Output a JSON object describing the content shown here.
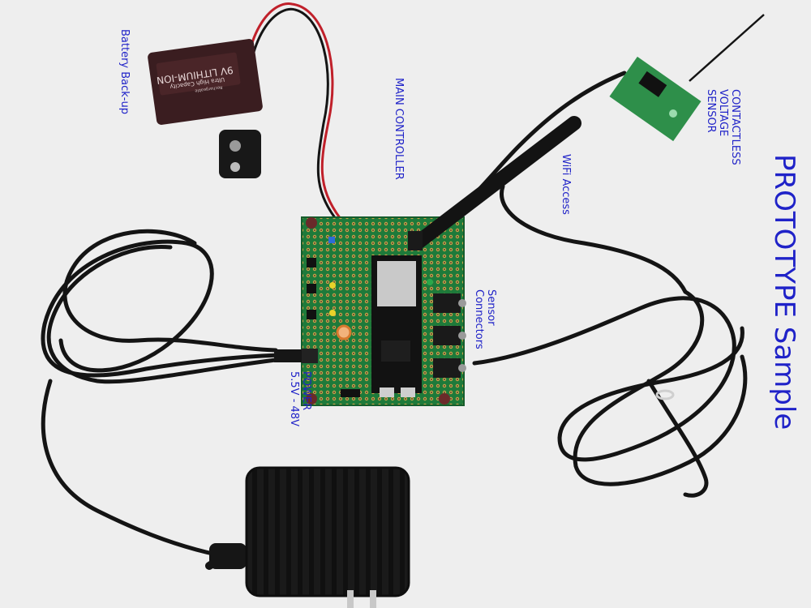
{
  "labels": {
    "battery": "Battery Back-up",
    "main_controller": "MAIN CONTROLLER",
    "wifi": "WiFi Access",
    "sensor_line1": "Sensor",
    "sensor_line2": "Connectors",
    "power_line1": "POWER",
    "power_line2": "5.5V - 48V",
    "contactless_line1": "CONTACTLESS",
    "contactless_line2": "VOLTAGE",
    "contactless_line3": "SENSOR",
    "title": "PROTOTYPE Sample"
  },
  "battery_text": {
    "line1": "9V LITHIUM-ION",
    "line2": "Ultra High Capacity",
    "line3": "Rechargeable"
  },
  "colors": {
    "label": "#1f22c8",
    "background": "#eeeeee",
    "pcb": "#1e7a3a",
    "cable": "#141414",
    "wire_red": "#c0202a"
  }
}
